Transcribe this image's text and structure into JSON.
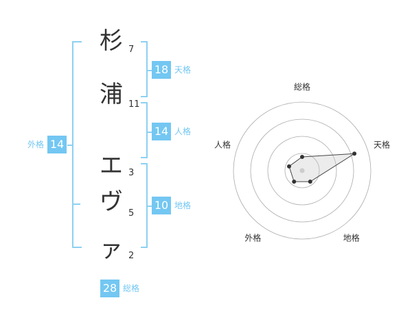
{
  "name": {
    "chars": [
      {
        "char": "杉",
        "strokes": "7"
      },
      {
        "char": "浦",
        "strokes": "11"
      },
      {
        "char": "エ",
        "strokes": "3"
      },
      {
        "char": "ヴ",
        "strokes": "5"
      },
      {
        "char": "ァ",
        "strokes": "2"
      }
    ]
  },
  "fortunes": {
    "ten": {
      "value": "18",
      "label": "天格"
    },
    "jin": {
      "value": "14",
      "label": "人格"
    },
    "chi": {
      "value": "10",
      "label": "地格"
    },
    "gai": {
      "value": "14",
      "label": "外格"
    },
    "sou": {
      "value": "28",
      "label": "総格"
    }
  },
  "chart_data": {
    "type": "radar",
    "axes": [
      "総格",
      "天格",
      "地格",
      "外格",
      "人格"
    ],
    "values": [
      1,
      4,
      1,
      1,
      1
    ],
    "max": 5,
    "rings": 4
  },
  "colors": {
    "accent": "#73c7f2",
    "bracket": "#8dd0f2",
    "text": "#333333",
    "ring": "#aaaaaa"
  }
}
